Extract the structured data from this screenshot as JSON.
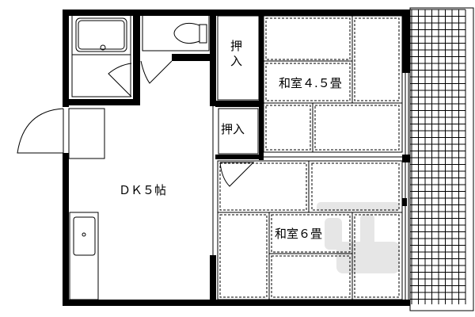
{
  "floor_plan": {
    "rooms": [
      {
        "id": "dk",
        "label": "ＤＫ５帖"
      },
      {
        "id": "washitsu-45",
        "label": "和室４.５畳"
      },
      {
        "id": "washitsu-6",
        "label": "和室６畳"
      },
      {
        "id": "closet-top",
        "label_line1": "押",
        "label_line2": "入"
      },
      {
        "id": "closet-small",
        "label": "押入"
      }
    ],
    "fixtures": [
      "bathtub",
      "toilet",
      "kitchen-sink",
      "entrance-door",
      "balcony"
    ],
    "colors": {
      "wall": "#000000",
      "background": "#ffffff",
      "watermark": "#e6e6e6"
    }
  }
}
